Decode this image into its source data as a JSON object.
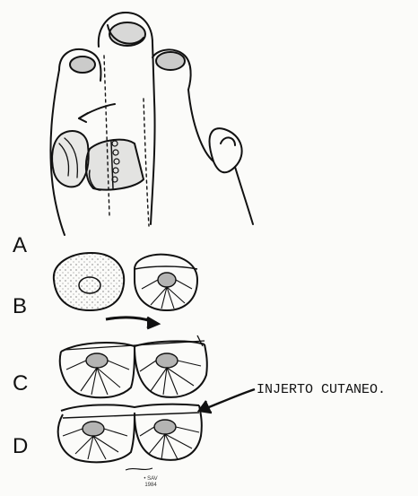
{
  "labels": {
    "panel_a": "A",
    "panel_b": "B",
    "panel_c": "C",
    "panel_d": "D",
    "graft": "INJERTO CUTANEO."
  },
  "signature": {
    "line1": "• SAV",
    "line2": "1984"
  },
  "colors": {
    "ink": "#111111",
    "paper": "#fbfbf9"
  }
}
